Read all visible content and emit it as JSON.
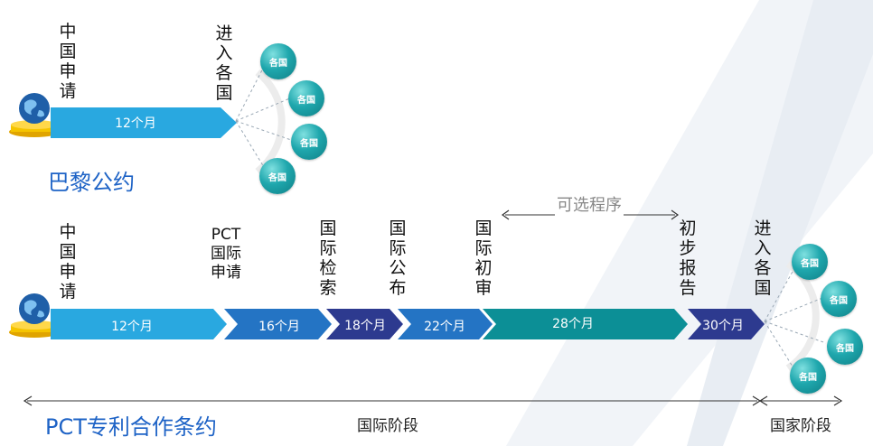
{
  "paris": {
    "title": "巴黎公约",
    "label_cn_apply": [
      "中",
      "国",
      "申",
      "请"
    ],
    "label_enter": [
      "进",
      "入",
      "各",
      "国"
    ],
    "bar_label": "12个月",
    "balls": [
      "各国",
      "各国",
      "各国",
      "各国"
    ]
  },
  "pct": {
    "title": "PCT专利合作条约",
    "label_cn_apply": [
      "中",
      "国",
      "申",
      "请"
    ],
    "pct_apply": [
      "PCT",
      "国际",
      "申请"
    ],
    "search": [
      "国",
      "际",
      "检",
      "索"
    ],
    "publish": [
      "国",
      "际",
      "公",
      "布"
    ],
    "prelim": [
      "国",
      "际",
      "初",
      "审"
    ],
    "report": [
      "初",
      "步",
      "报",
      "告"
    ],
    "enter": [
      "进",
      "入",
      "各",
      "国"
    ],
    "optional": "可选程序",
    "segments": [
      "12个月",
      "16个月",
      "18个月",
      "22个月",
      "28个月",
      "30个月"
    ],
    "balls": [
      "各国",
      "各国",
      "各国",
      "各国"
    ],
    "intl_phase": "国际阶段",
    "national_phase": "国家阶段"
  },
  "colors": {
    "seg1": "#29a8e0",
    "seg2": "#2474c4",
    "seg3": "#2d3a8f",
    "seg4": "#2474c4",
    "seg5": "#0c8f96",
    "seg6": "#2d3a8f",
    "title": "#1e63c6"
  }
}
